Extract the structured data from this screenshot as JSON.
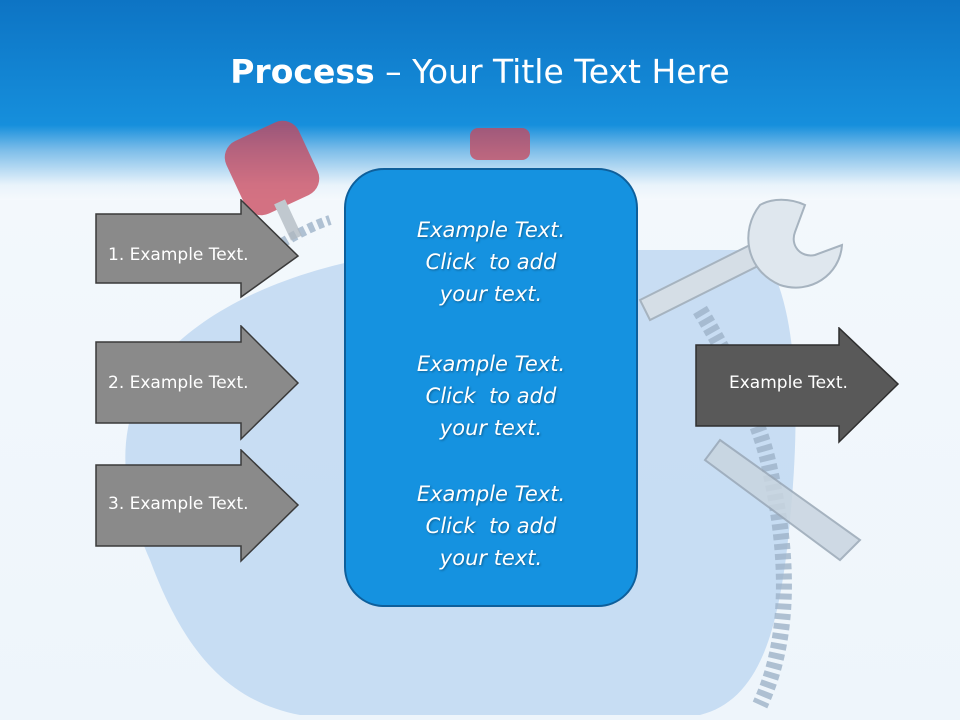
{
  "title": {
    "bold": "Process",
    "rest": " – Your Title Text Here"
  },
  "left_arrows": [
    {
      "label": "1. Example Text."
    },
    {
      "label": "2. Example Text."
    },
    {
      "label": "3. Example Text."
    }
  ],
  "right_arrow": {
    "label": "Example Text."
  },
  "center_blocks": [
    {
      "lines": [
        "Example Text.",
        "Click  to add",
        "your text."
      ]
    },
    {
      "lines": [
        "Example Text.",
        "Click  to add",
        "your text."
      ]
    },
    {
      "lines": [
        "Example Text.",
        "Click  to add",
        "your text."
      ]
    }
  ],
  "colors": {
    "header_blue": "#1284d3",
    "box_blue": "#1592e0",
    "left_arrow_gray": "#8a8a8a",
    "right_arrow_gray": "#595959"
  },
  "background_art": [
    "cloud-icon",
    "zipper-icon",
    "wrench-icon",
    "screwdriver-icon"
  ]
}
